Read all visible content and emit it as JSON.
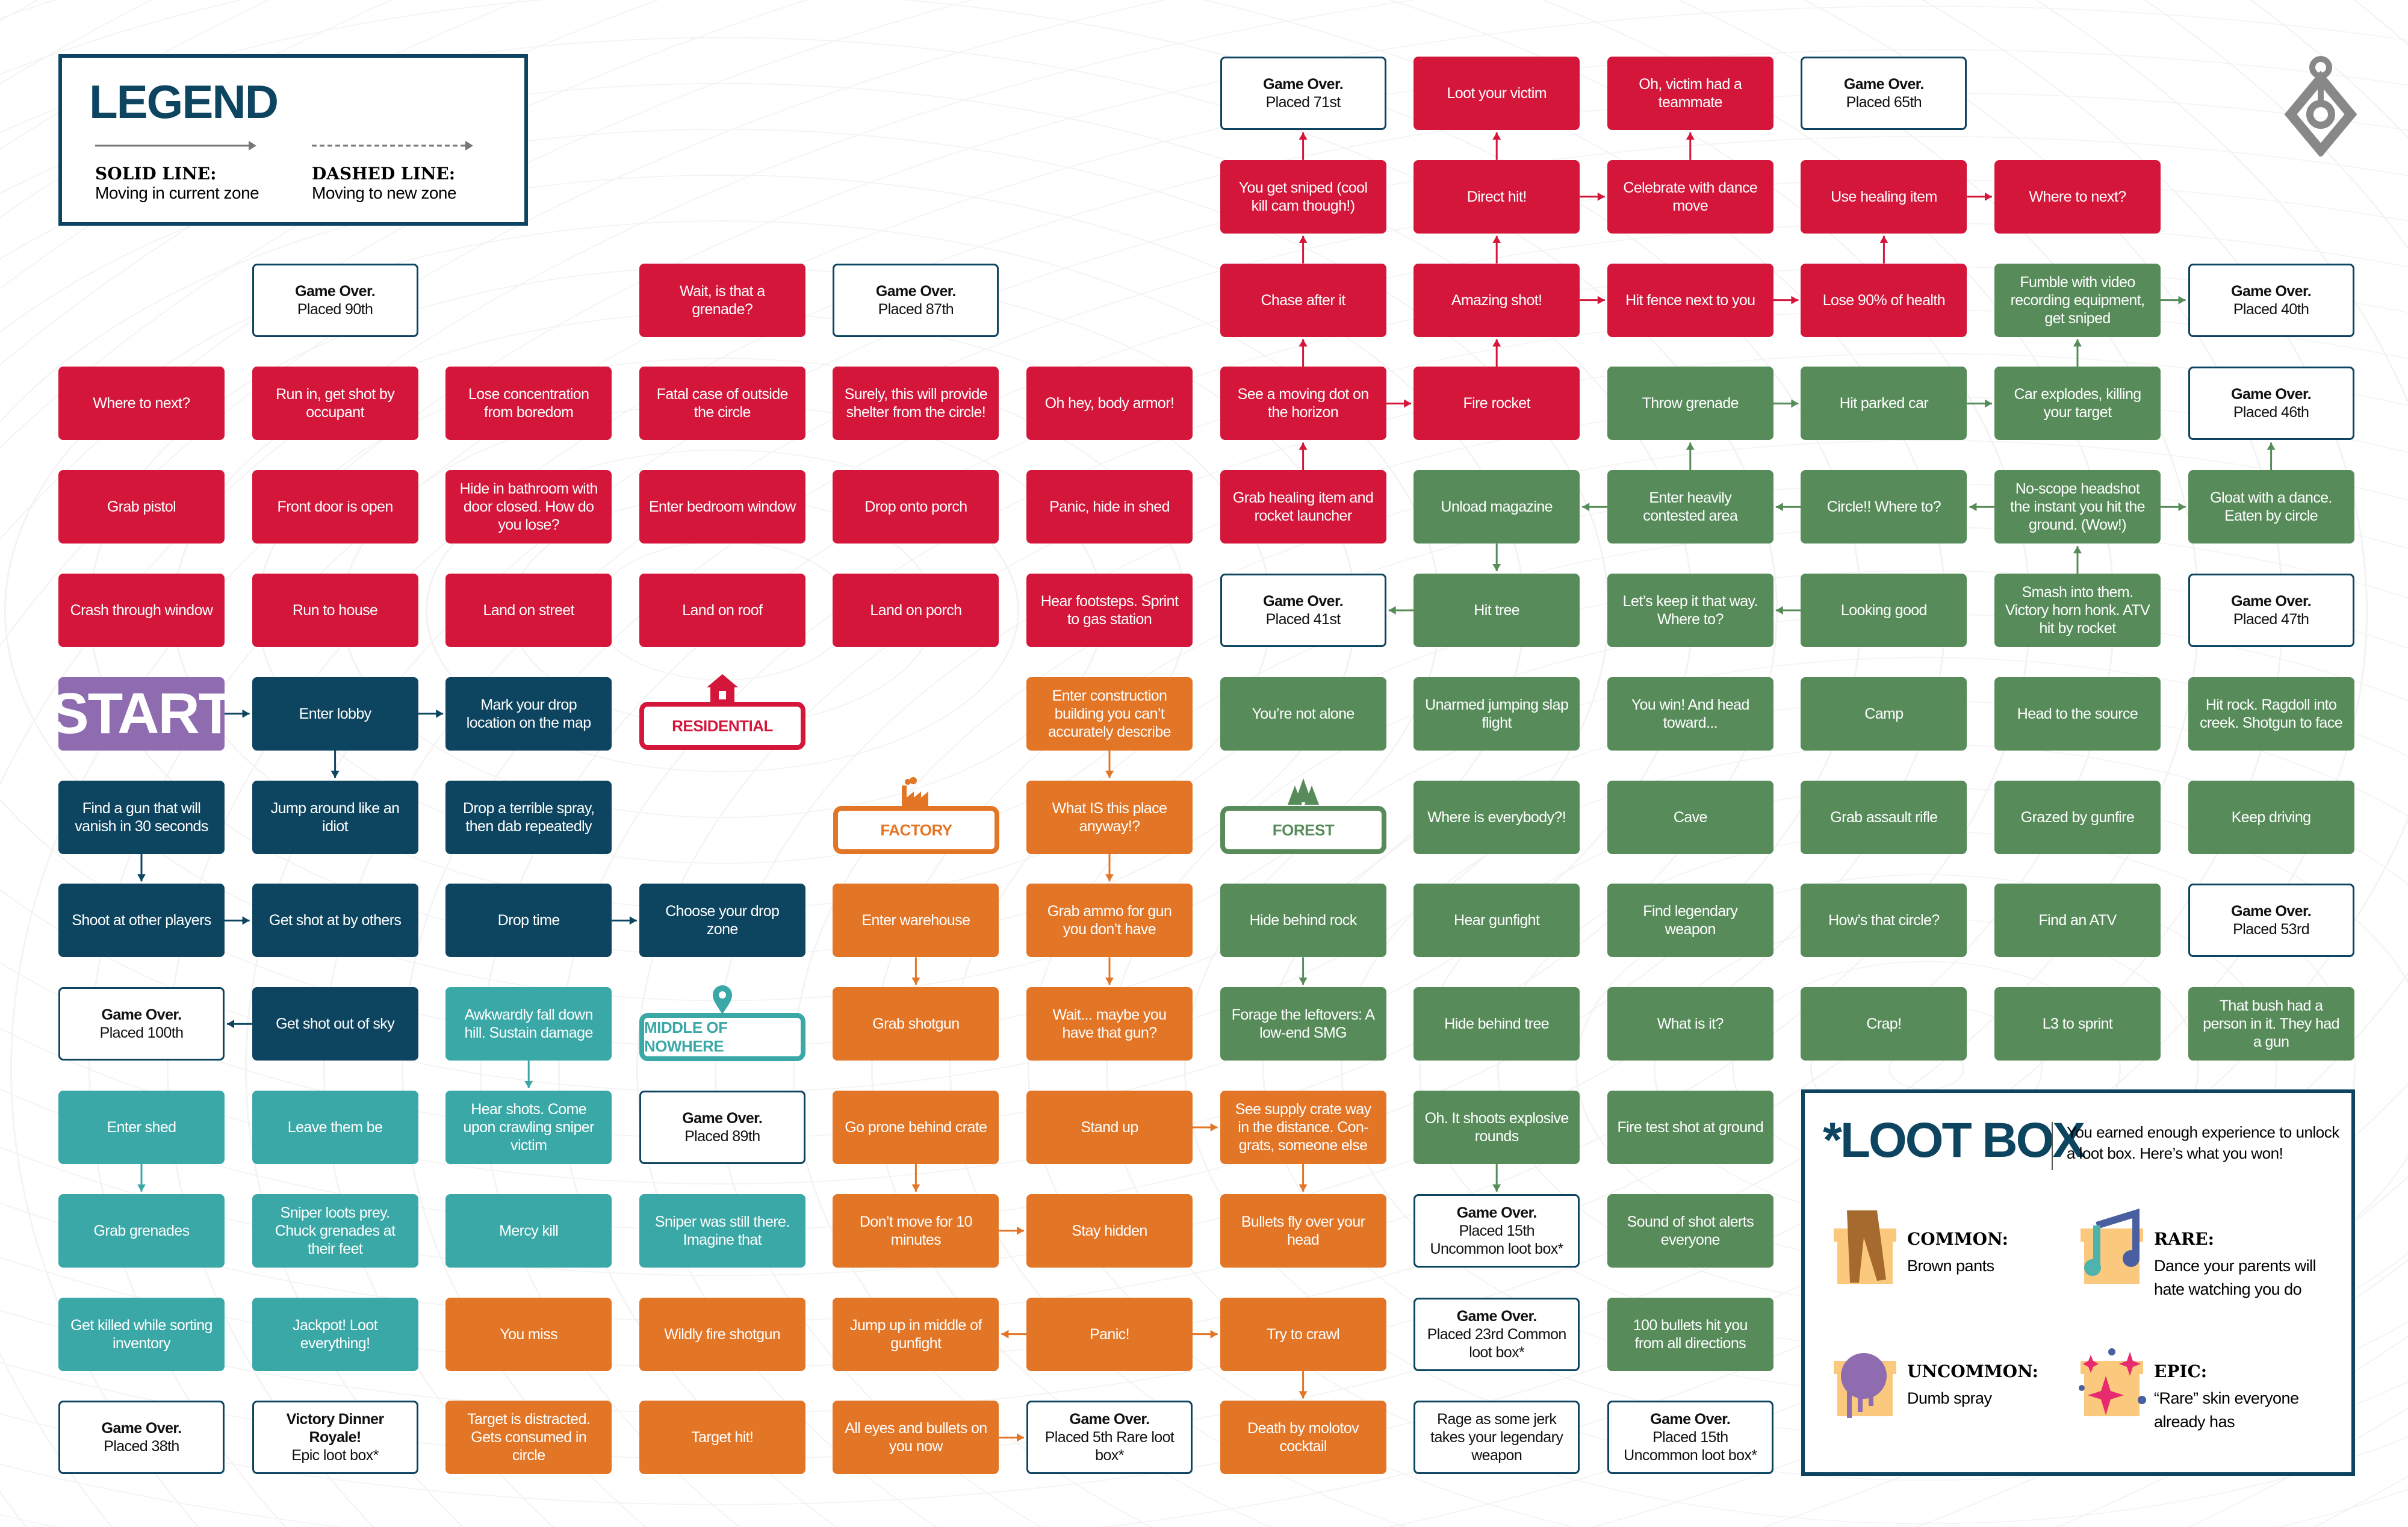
{
  "legend": {
    "title": "LEGEND",
    "solid_label": "SOLID LINE:",
    "solid_desc": "Moving in current zone",
    "dashed_label": "DASHED LINE:",
    "dashed_desc": "Moving to new zone"
  },
  "colors": {
    "red": "#d4163a",
    "green": "#578c5a",
    "orange": "#e37526",
    "blue": "#0d4560",
    "teal": "#3aa8a7",
    "purple": "#8f6bb0"
  },
  "zones": {
    "residential": "RESIDENTIAL",
    "factory": "FACTORY",
    "forest": "FOREST",
    "middle": "MIDDLE OF NOWHERE"
  },
  "nodes": [
    {
      "zone": "white",
      "title": "Game Over.",
      "text": "Placed 71st"
    },
    {
      "zone": "red",
      "text": "Loot your victim"
    },
    {
      "zone": "red",
      "text": "Oh, victim had a teammate"
    },
    {
      "zone": "white",
      "title": "Game Over.",
      "text": "Placed 65th"
    },
    {
      "zone": "red",
      "text": "You get sniped (cool kill cam though!)"
    },
    {
      "zone": "red",
      "text": "Direct hit!"
    },
    {
      "zone": "red",
      "text": "Celebrate with dance move"
    },
    {
      "zone": "red",
      "text": "Use healing item"
    },
    {
      "zone": "red",
      "text": "Where to next?"
    },
    {
      "zone": "white",
      "title": "Game Over.",
      "text": "Placed 90th"
    },
    {
      "zone": "red",
      "text": "Wait, is that a grenade?"
    },
    {
      "zone": "white",
      "title": "Game Over.",
      "text": "Placed 87th"
    },
    {
      "zone": "red",
      "text": "Chase after it"
    },
    {
      "zone": "red",
      "text": "Amazing shot!"
    },
    {
      "zone": "red",
      "text": "Hit fence next to you"
    },
    {
      "zone": "red",
      "text": "Lose 90% of health"
    },
    {
      "zone": "green",
      "text": "Fumble with video recording equipment, get sniped"
    },
    {
      "zone": "white",
      "title": "Game Over.",
      "text": "Placed 40th"
    },
    {
      "zone": "red",
      "text": "Where to next?"
    },
    {
      "zone": "red",
      "text": "Run in, get shot by occupant"
    },
    {
      "zone": "red",
      "text": "Lose concentration from boredom"
    },
    {
      "zone": "red",
      "text": "Fatal case of outside the circle"
    },
    {
      "zone": "red",
      "text": "Surely, this will provide shelter from the circle!"
    },
    {
      "zone": "red",
      "text": "Oh hey, body armor!"
    },
    {
      "zone": "red",
      "text": "See a moving dot on the horizon"
    },
    {
      "zone": "red",
      "text": "Fire rocket"
    },
    {
      "zone": "green",
      "text": "Throw grenade"
    },
    {
      "zone": "green",
      "text": "Hit parked car"
    },
    {
      "zone": "green",
      "text": "Car explodes, killing your target"
    },
    {
      "zone": "white",
      "title": "Game Over.",
      "text": "Placed 46th"
    },
    {
      "zone": "red",
      "text": "Grab pistol"
    },
    {
      "zone": "red",
      "text": "Front door is open"
    },
    {
      "zone": "red",
      "text": "Hide in bathroom with door closed. How do you lose?"
    },
    {
      "zone": "red",
      "text": "Enter bedroom window"
    },
    {
      "zone": "red",
      "text": "Drop onto porch"
    },
    {
      "zone": "red",
      "text": "Panic, hide in shed"
    },
    {
      "zone": "red",
      "text": "Grab healing item and rocket launcher"
    },
    {
      "zone": "green",
      "text": "Unload magazine"
    },
    {
      "zone": "green",
      "text": "Enter heavily contested area"
    },
    {
      "zone": "green",
      "text": "Circle!! Where to?"
    },
    {
      "zone": "green",
      "text": "No-scope headshot the instant you hit the ground. (Wow!)"
    },
    {
      "zone": "green",
      "text": "Gloat with a dance. Eaten by circle"
    },
    {
      "zone": "red",
      "text": "Crash through window"
    },
    {
      "zone": "red",
      "text": "Run to house"
    },
    {
      "zone": "red",
      "text": "Land on street"
    },
    {
      "zone": "red",
      "text": "Land on roof"
    },
    {
      "zone": "red",
      "text": "Land on porch"
    },
    {
      "zone": "red",
      "text": "Hear footsteps. Sprint to gas station"
    },
    {
      "zone": "white",
      "title": "Game Over.",
      "text": "Placed 41st"
    },
    {
      "zone": "green",
      "text": "Hit tree"
    },
    {
      "zone": "green",
      "text": "Let’s keep it that way. Where to?"
    },
    {
      "zone": "green",
      "text": "Looking good"
    },
    {
      "zone": "green",
      "text": "Smash into them. Victory horn honk. ATV hit by rocket"
    },
    {
      "zone": "white",
      "title": "Game Over.",
      "text": "Placed 47th"
    },
    {
      "zone": "start",
      "text": "START"
    },
    {
      "zone": "blue",
      "text": "Enter lobby"
    },
    {
      "zone": "blue",
      "text": "Mark your drop location on the map"
    },
    {
      "zone": "orange",
      "text": "Enter construction building you can’t accurately describe"
    },
    {
      "zone": "green",
      "text": "You’re not alone"
    },
    {
      "zone": "green",
      "text": "Unarmed jumping slap flight"
    },
    {
      "zone": "green",
      "text": "You win! And head toward..."
    },
    {
      "zone": "green",
      "text": "Camp"
    },
    {
      "zone": "green",
      "text": "Head to the source"
    },
    {
      "zone": "green",
      "text": "Hit rock. Ragdoll into creek. Shotgun to face"
    },
    {
      "zone": "blue",
      "text": "Find a gun that will vanish in 30 seconds"
    },
    {
      "zone": "blue",
      "text": "Jump around like an idiot"
    },
    {
      "zone": "blue",
      "text": "Drop a terrible spray, then dab repeatedly"
    },
    {
      "zone": "orange",
      "text": "What IS this place anyway!?"
    },
    {
      "zone": "green",
      "text": "Where is everybody?!"
    },
    {
      "zone": "green",
      "text": "Cave"
    },
    {
      "zone": "green",
      "text": "Grab assault rifle"
    },
    {
      "zone": "green",
      "text": "Grazed by gunfire"
    },
    {
      "zone": "green",
      "text": "Keep driving"
    },
    {
      "zone": "blue",
      "text": "Shoot at other players"
    },
    {
      "zone": "blue",
      "text": "Get shot at by others"
    },
    {
      "zone": "blue",
      "text": "Drop time"
    },
    {
      "zone": "blue",
      "text": "Choose your drop zone"
    },
    {
      "zone": "orange",
      "text": "Enter warehouse"
    },
    {
      "zone": "orange",
      "text": "Grab ammo for gun you don’t have"
    },
    {
      "zone": "green",
      "text": "Hide behind rock"
    },
    {
      "zone": "green",
      "text": "Hear gunfight"
    },
    {
      "zone": "green",
      "text": "Find legendary weapon"
    },
    {
      "zone": "green",
      "text": "How’s that circle?"
    },
    {
      "zone": "green",
      "text": "Find an ATV"
    },
    {
      "zone": "white",
      "title": "Game Over.",
      "text": "Placed 53rd"
    },
    {
      "zone": "white",
      "title": "Game Over.",
      "text": "Placed 100th"
    },
    {
      "zone": "blue",
      "text": "Get shot out of sky"
    },
    {
      "zone": "teal",
      "text": "Awkwardly fall down hill. Sustain damage"
    },
    {
      "zone": "orange",
      "text": "Grab shotgun"
    },
    {
      "zone": "orange",
      "text": "Wait... maybe you have that gun?"
    },
    {
      "zone": "green",
      "text": "Forage the leftovers: A low-end SMG"
    },
    {
      "zone": "green",
      "text": "Hide behind tree"
    },
    {
      "zone": "green",
      "text": "What is it?"
    },
    {
      "zone": "green",
      "text": "Crap!"
    },
    {
      "zone": "green",
      "text": "L3 to sprint"
    },
    {
      "zone": "green",
      "text": "That bush had a person in it. They had a gun"
    },
    {
      "zone": "teal",
      "text": "Enter shed"
    },
    {
      "zone": "teal",
      "text": "Leave them be"
    },
    {
      "zone": "teal",
      "text": "Hear shots. Come upon crawling sniper victim"
    },
    {
      "zone": "white",
      "title": "Game Over.",
      "text": "Placed 89th"
    },
    {
      "zone": "orange",
      "text": "Go prone behind crate"
    },
    {
      "zone": "orange",
      "text": "Stand up"
    },
    {
      "zone": "orange",
      "text": "See supply crate way in the distance. Con-grats, someone else"
    },
    {
      "zone": "green",
      "text": "Oh. It shoots explosive rounds"
    },
    {
      "zone": "green",
      "text": "Fire test shot at ground"
    },
    {
      "zone": "teal",
      "text": "Grab grenades"
    },
    {
      "zone": "teal",
      "text": "Sniper loots prey. Chuck grenades at their feet"
    },
    {
      "zone": "teal",
      "text": "Mercy kill"
    },
    {
      "zone": "teal",
      "text": "Sniper was still there. Imagine that"
    },
    {
      "zone": "orange",
      "text": "Don’t move for 10 minutes"
    },
    {
      "zone": "orange",
      "text": "Stay hidden"
    },
    {
      "zone": "orange",
      "text": "Bullets fly over your head"
    },
    {
      "zone": "white",
      "title": "Game Over.",
      "text": "Placed 15th Uncommon loot box*"
    },
    {
      "zone": "green",
      "text": "Sound of shot alerts everyone"
    },
    {
      "zone": "teal",
      "text": "Get killed while sorting inventory"
    },
    {
      "zone": "teal",
      "text": "Jackpot! Loot everything!"
    },
    {
      "zone": "orange",
      "text": "You miss"
    },
    {
      "zone": "orange",
      "text": "Wildly fire shotgun"
    },
    {
      "zone": "orange",
      "text": "Jump up in middle of gunfight"
    },
    {
      "zone": "orange",
      "text": "Panic!"
    },
    {
      "zone": "orange",
      "text": "Try to crawl"
    },
    {
      "zone": "white",
      "title": "Game Over.",
      "text": "Placed 23rd Common loot box*"
    },
    {
      "zone": "green",
      "text": "100 bullets hit you from all directions"
    },
    {
      "zone": "white",
      "title": "Game Over.",
      "text": "Placed 38th"
    },
    {
      "zone": "white",
      "title": "Victory Dinner Royale!",
      "text": "Epic loot box*"
    },
    {
      "zone": "orange",
      "text": "Target is distracted. Gets consumed in circle"
    },
    {
      "zone": "orange",
      "text": "Target hit!"
    },
    {
      "zone": "orange",
      "text": "All eyes and bullets on you now"
    },
    {
      "zone": "white",
      "title": "Game Over.",
      "text": "Placed 5th Rare loot box*"
    },
    {
      "zone": "orange",
      "text": "Death by molotov cocktail"
    },
    {
      "zone": "white",
      "text": "Rage as some jerk takes your legendary weapon"
    },
    {
      "zone": "white",
      "title": "Game Over.",
      "text": "Placed 15th Uncommon loot box*"
    }
  ],
  "loot_box": {
    "title": "*LOOT BOX",
    "intro": "You earned enough experience to unlock a loot box. Here’s what you won!",
    "tiers": [
      {
        "name": "COMMON:",
        "desc": "Brown pants",
        "icon": "pants-gift-icon"
      },
      {
        "name": "RARE:",
        "desc": "Dance your parents will hate watching you do",
        "icon": "music-note-gift-icon"
      },
      {
        "name": "UNCOMMON:",
        "desc": "Dumb spray",
        "icon": "spray-gift-icon"
      },
      {
        "name": "EPIC:",
        "desc": "“Rare” skin everyone already has",
        "icon": "sparkle-gift-icon"
      }
    ]
  }
}
